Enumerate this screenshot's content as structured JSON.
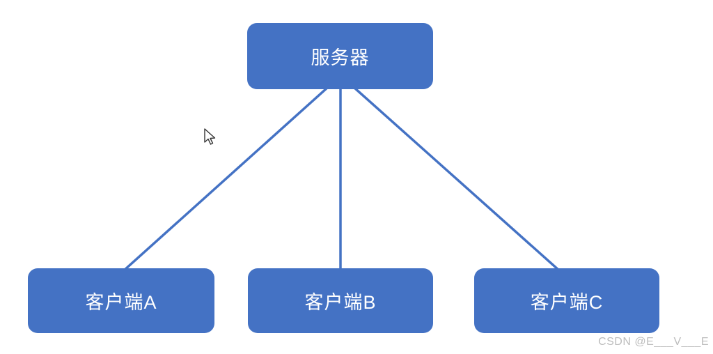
{
  "diagram": {
    "title": "server-client topology",
    "nodes": [
      {
        "id": "server",
        "label": "服务器",
        "role": "server"
      },
      {
        "id": "client-a",
        "label": "客户端A",
        "role": "client"
      },
      {
        "id": "client-b",
        "label": "客户端B",
        "role": "client"
      },
      {
        "id": "client-c",
        "label": "客户端C",
        "role": "client"
      }
    ],
    "edges": [
      {
        "from": "server",
        "to": "client-a"
      },
      {
        "from": "server",
        "to": "client-b"
      },
      {
        "from": "server",
        "to": "client-c"
      }
    ],
    "colors": {
      "node_fill": "#4472c4",
      "node_text": "#ffffff",
      "edge": "#4472c4",
      "watermark_text": "#bcbcbc"
    },
    "watermark": "CSDN @E___V___E"
  }
}
